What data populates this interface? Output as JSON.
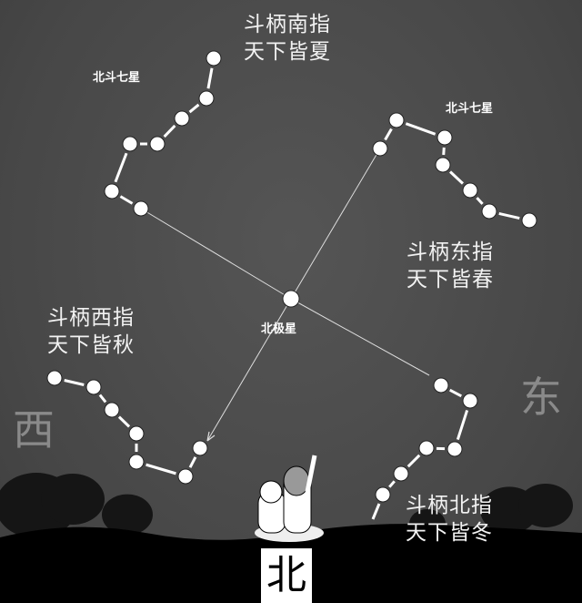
{
  "title_big_dipper": "北斗七星",
  "polaris": "北极星",
  "south": {
    "line1": "斗柄南指",
    "line2": "天下皆夏"
  },
  "east": {
    "line1": "斗柄东指",
    "line2": "天下皆春"
  },
  "west": {
    "line1": "斗柄西指",
    "line2": "天下皆秋"
  },
  "north": {
    "line1": "斗柄北指",
    "line2": "天下皆冬"
  },
  "directions": {
    "west": "西",
    "east": "东",
    "north": "北"
  },
  "colors": {
    "sky": "#4b4b4b",
    "ground": "#000000",
    "star": "#ffffff"
  }
}
